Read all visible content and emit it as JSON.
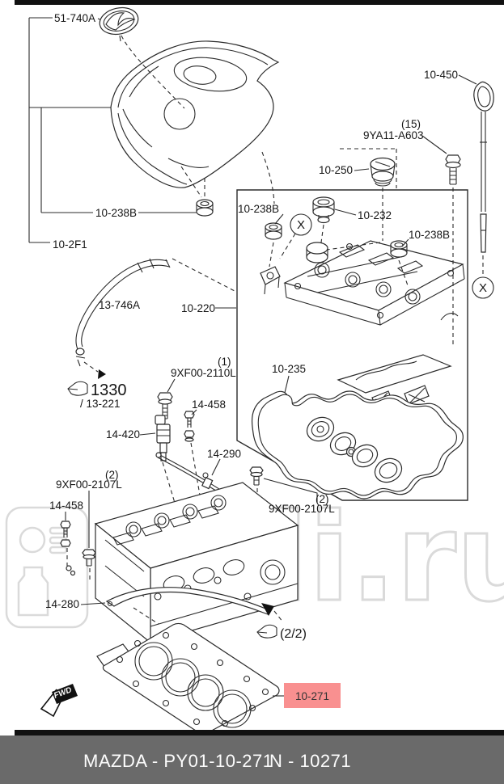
{
  "callouts": {
    "emblem": "51-740A",
    "dipstick": "10-450",
    "qty_15": "(15)",
    "bolt_9ya11": "9YA11-A603",
    "oil_cap": "10-250",
    "grommet_in_left": "10-238B",
    "grommet_10_232": "10-232",
    "grommet_right": "10-238B",
    "mount_left": "10-238B",
    "engine_cover": "10-2F1",
    "oil_pipe": "13-746A",
    "valve_cover": "10-220",
    "baffle_gasket": "10-235",
    "ref_1330": "1330",
    "ref_13_221": "/ 13-221",
    "qty_1": "(1)",
    "bolt_2110l": "9XF00-2110L",
    "stud_14_458_upper": "14-458",
    "coil_14_420": "14-420",
    "pipe_14_290": "14-290",
    "qty_2_left": "(2)",
    "bolt_2107l_left": "9XF00-2107L",
    "stud_14_458_left": "14-458",
    "qty_2_right": "(2)",
    "bolt_2107l_right": "9XF00-2107L",
    "seal_14_280": "14-280",
    "head_gasket": "10-271",
    "sheet_ref": "(2/2)",
    "fwd": "FWD",
    "x_left": "X",
    "x_right": "X"
  },
  "highlight": {
    "color": "#f99090"
  },
  "watermark": {
    "visible_text": "li.ru"
  },
  "footer": {
    "part_title": "MAZDA - PY01-10-271",
    "catalog_number": "N - 10271"
  }
}
